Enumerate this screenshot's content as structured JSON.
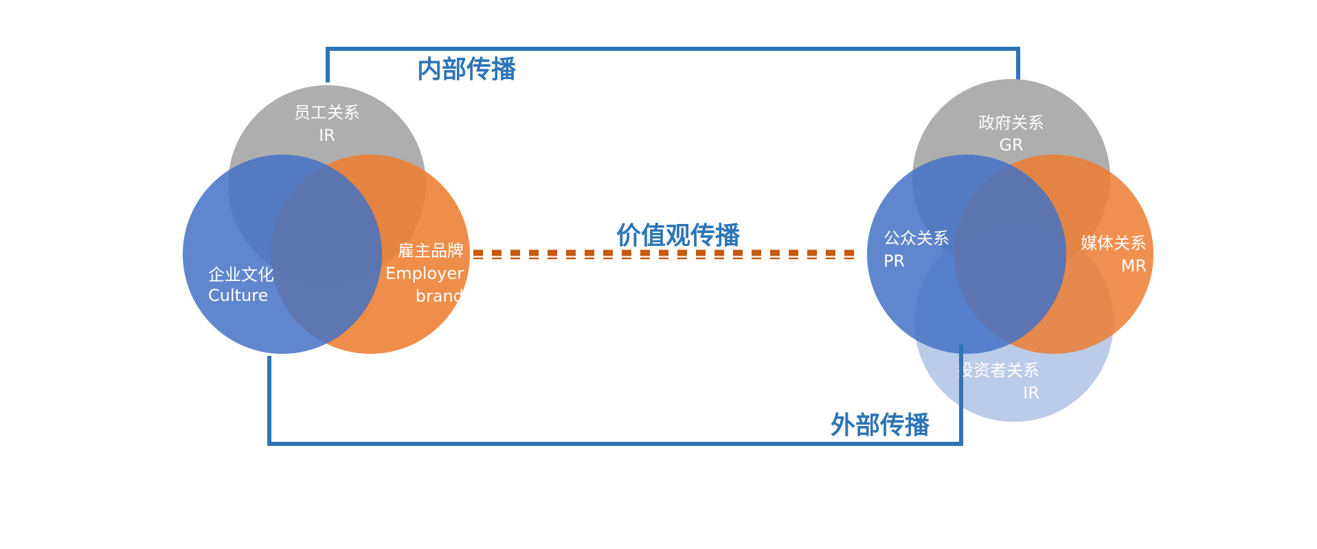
{
  "colors": {
    "gray": "#a5a5a5",
    "blue": "#4472c4",
    "orange": "#ed7d31",
    "light_blue": "#b4c7e7",
    "line": "#2e75b6",
    "dash": "#c55a11"
  },
  "headings": {
    "internal": "内部传播",
    "values": "价值观传播",
    "external": "外部传播"
  },
  "left_venn": {
    "employee_relations": {
      "cn": "员工关系",
      "en": "IR"
    },
    "culture": {
      "cn": "企业文化",
      "en": "Culture"
    },
    "employer_brand": {
      "cn": "雇主品牌",
      "en1": "Employer",
      "en2": "brand"
    }
  },
  "right_venn": {
    "government_relations": {
      "cn": "政府关系",
      "en": "GR"
    },
    "public_relations": {
      "cn": "公众关系",
      "en": "PR"
    },
    "media_relations": {
      "cn": "媒体关系",
      "en": "MR"
    },
    "investor_relations": {
      "cn": "投资者关系",
      "en": "IR"
    }
  }
}
